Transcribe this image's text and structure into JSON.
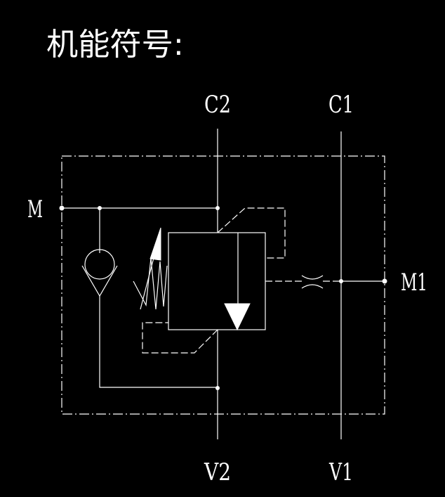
{
  "title": "机能符号:",
  "ports": {
    "C2": "C2",
    "C1": "C1",
    "M": "M",
    "M1": "M1",
    "V2": "V2",
    "V1": "V1"
  },
  "colors": {
    "background": "#000000",
    "line": "#ffffff"
  }
}
